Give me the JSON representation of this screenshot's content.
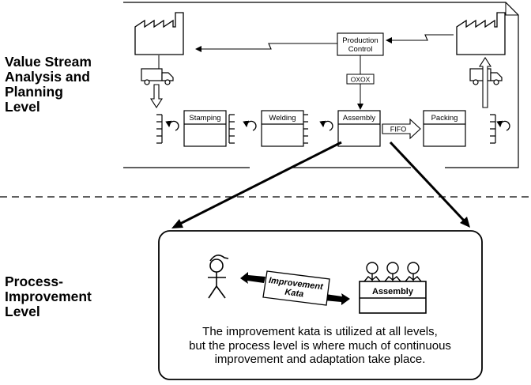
{
  "levels": {
    "top": "Value Stream\nAnalysis and\nPlanning\nLevel",
    "bottom": "Process-\nImprovement\nLevel"
  },
  "value_stream": {
    "production_control": [
      "Production",
      "Control"
    ],
    "schedule_box": "OXOX",
    "processes": [
      "Stamping",
      "Welding",
      "Assembly",
      "Packing"
    ],
    "fifo": "FIFO"
  },
  "process_level": {
    "kata_label": [
      "Improvement",
      "Kata"
    ],
    "assembly_box": "Assembly",
    "caption": "The improvement kata is utilized at all levels,\nbut the process level is where much of continuous\nimprovement and adaptation take place."
  }
}
